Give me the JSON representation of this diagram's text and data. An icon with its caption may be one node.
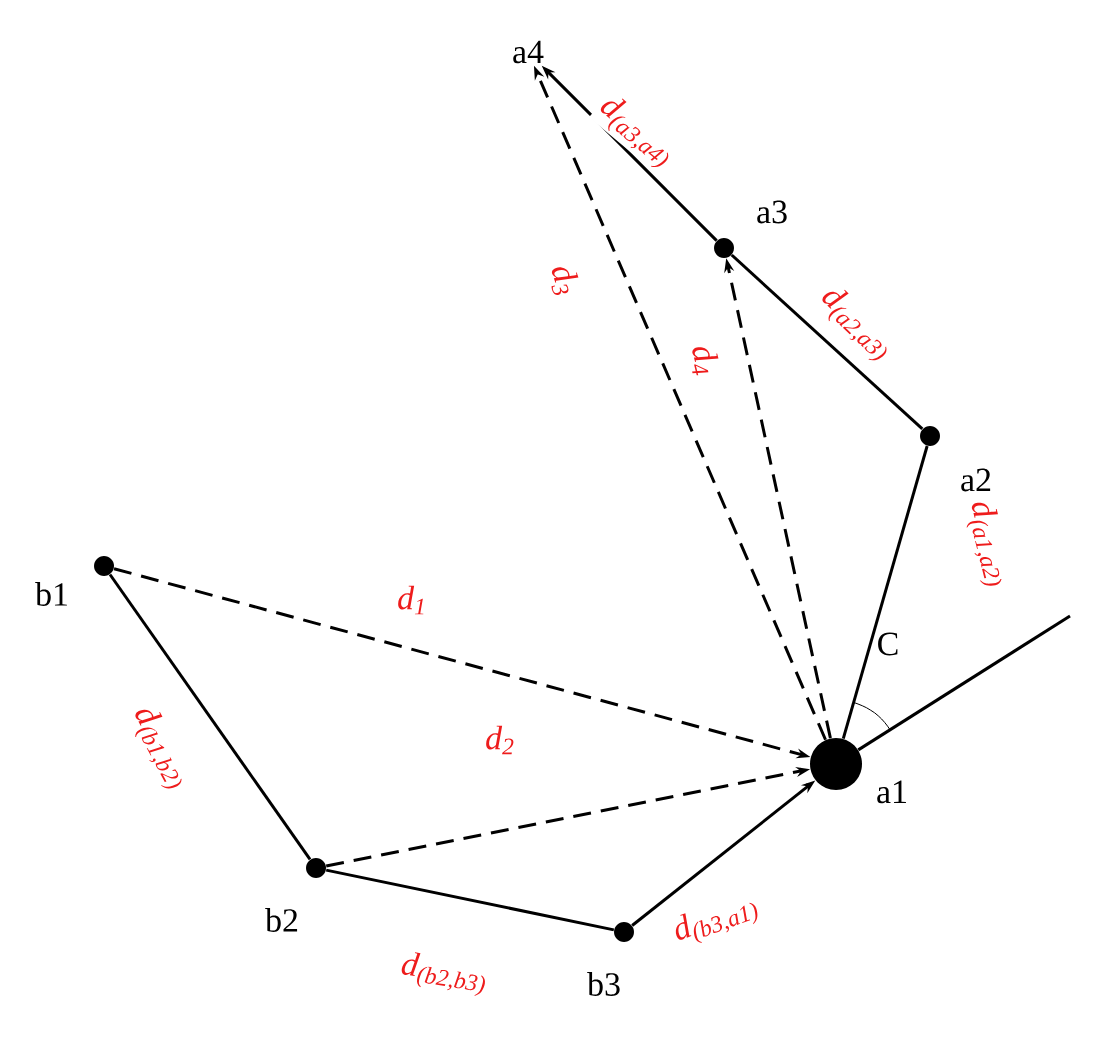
{
  "diagram": {
    "nodes": [
      {
        "text": [
          "a4"
        ]
      },
      {
        "text": [],
        "shape": "circle",
        "beside": [
          "a3"
        ]
      },
      {
        "text": [],
        "shape": "circle",
        "beside": [
          "a2"
        ]
      },
      {
        "text": [],
        "shape": "circle",
        "beside": [
          "b1"
        ]
      },
      {
        "text": [],
        "shape": "circle",
        "beside": [
          "a1"
        ]
      },
      {
        "text": [],
        "shape": "circle",
        "beside": [
          "b2"
        ]
      },
      {
        "text": [],
        "shape": "circle",
        "beside": [
          "b3"
        ]
      }
    ],
    "edges": [
      {
        "from": 1,
        "to": 0,
        "arrow": "to",
        "label": "d$_{(a3,a4)}$"
      },
      {
        "from": 2,
        "to": 1,
        "arrow": "none",
        "label": "d$_{(a2,a3)}$"
      },
      {
        "from": 4,
        "to": 2,
        "arrow": "none",
        "label": "d$_{(a1,a2)}$"
      },
      {
        "from": 4,
        "to": 0,
        "arrow": "to",
        "style": "dashed",
        "label": "d$_{3}$"
      },
      {
        "from": 4,
        "to": 1,
        "arrow": "to",
        "style": "dashed",
        "label": "d$_{4}$"
      },
      {
        "from": 3,
        "to": 4,
        "arrow": "to",
        "style": "dashed",
        "label": "d$_{1}$"
      },
      {
        "from": 5,
        "to": 4,
        "arrow": "to",
        "style": "dashed",
        "label": "d$_{2}$"
      },
      {
        "from": 3,
        "to": 5,
        "arrow": "none",
        "label": "d$_{(b1,b2)}$"
      },
      {
        "from": 5,
        "to": 6,
        "arrow": "none",
        "label": "d$_{(b2,b3)}$"
      },
      {
        "from": 6,
        "to": 4,
        "arrow": "to",
        "label": "d$_{(b3,a1)}$"
      },
      {
        "from": 4,
        "to": null,
        "arrow": "none"
      }
    ],
    "labels": [
      "C"
    ]
  }
}
